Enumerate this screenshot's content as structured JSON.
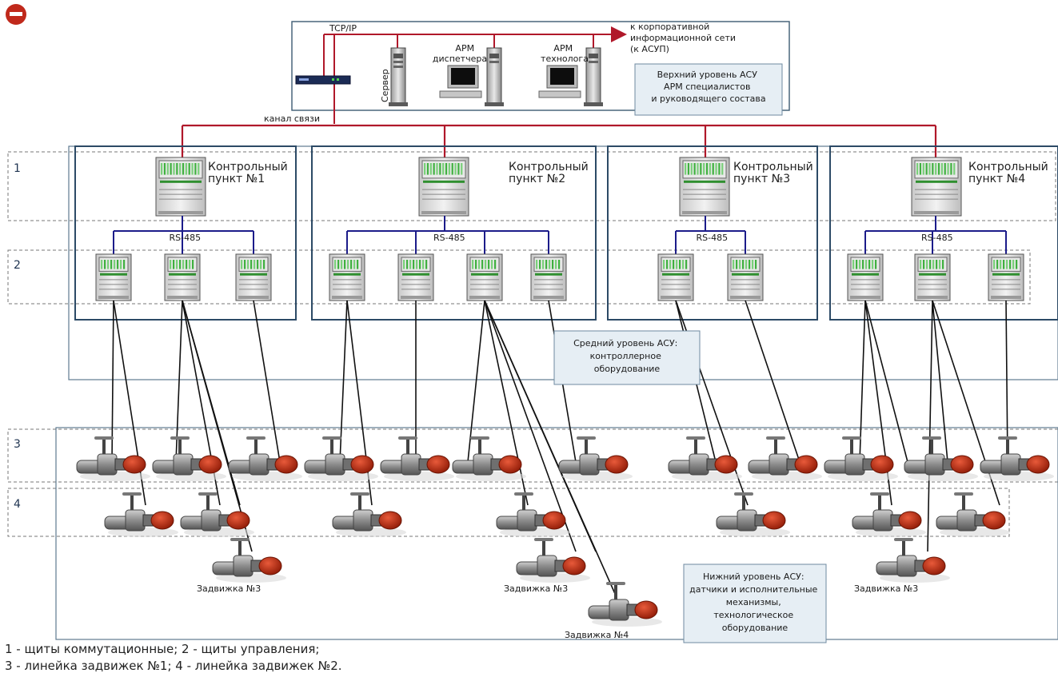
{
  "top": {
    "tcpip": "TCP/IP",
    "corp_net": [
      "к корпоративной",
      "информационной сети",
      "(к АСУП)"
    ],
    "server": "Сервер",
    "arm_dispatcher": [
      "АРМ",
      "диспетчера"
    ],
    "arm_technologist": [
      "АРМ",
      "технолога"
    ],
    "upper_level": [
      "Верхний уровень АСУ",
      "АРМ специалистов",
      "и руководящего состава"
    ],
    "channel": "канал связи"
  },
  "rows": [
    "1",
    "2",
    "3",
    "4"
  ],
  "control_points": [
    {
      "label": [
        "Контрольный",
        "пункт №1"
      ],
      "bus": "RS-485"
    },
    {
      "label": [
        "Контрольный",
        "пункт №2"
      ],
      "bus": "RS-485"
    },
    {
      "label": [
        "Контрольный",
        "пункт №3"
      ],
      "bus": "RS-485"
    },
    {
      "label": [
        "Контрольный",
        "пункт №4"
      ],
      "bus": "RS-485"
    }
  ],
  "middle_level": [
    "Средний уровень АСУ:",
    "контроллерное",
    "оборудование"
  ],
  "lower_level": [
    "Нижний уровень АСУ:",
    "датчики и исполнительные",
    "механизмы,",
    "технологическое",
    "оборудование"
  ],
  "valve_labels": [
    "Задвижка №3",
    "Задвижка №3",
    "Задвижка №4",
    "Задвижка №3"
  ],
  "legend": [
    "1 - щиты коммутационные; 2 - щиты управления;",
    "3 - линейка задвижек №1; 4 - линейка задвижек №2."
  ],
  "colors": {
    "frame": "#2c4a66",
    "bus_red": "#b0182a",
    "bus_blue": "#1c1c8a",
    "valve_red": "#b52a10"
  }
}
